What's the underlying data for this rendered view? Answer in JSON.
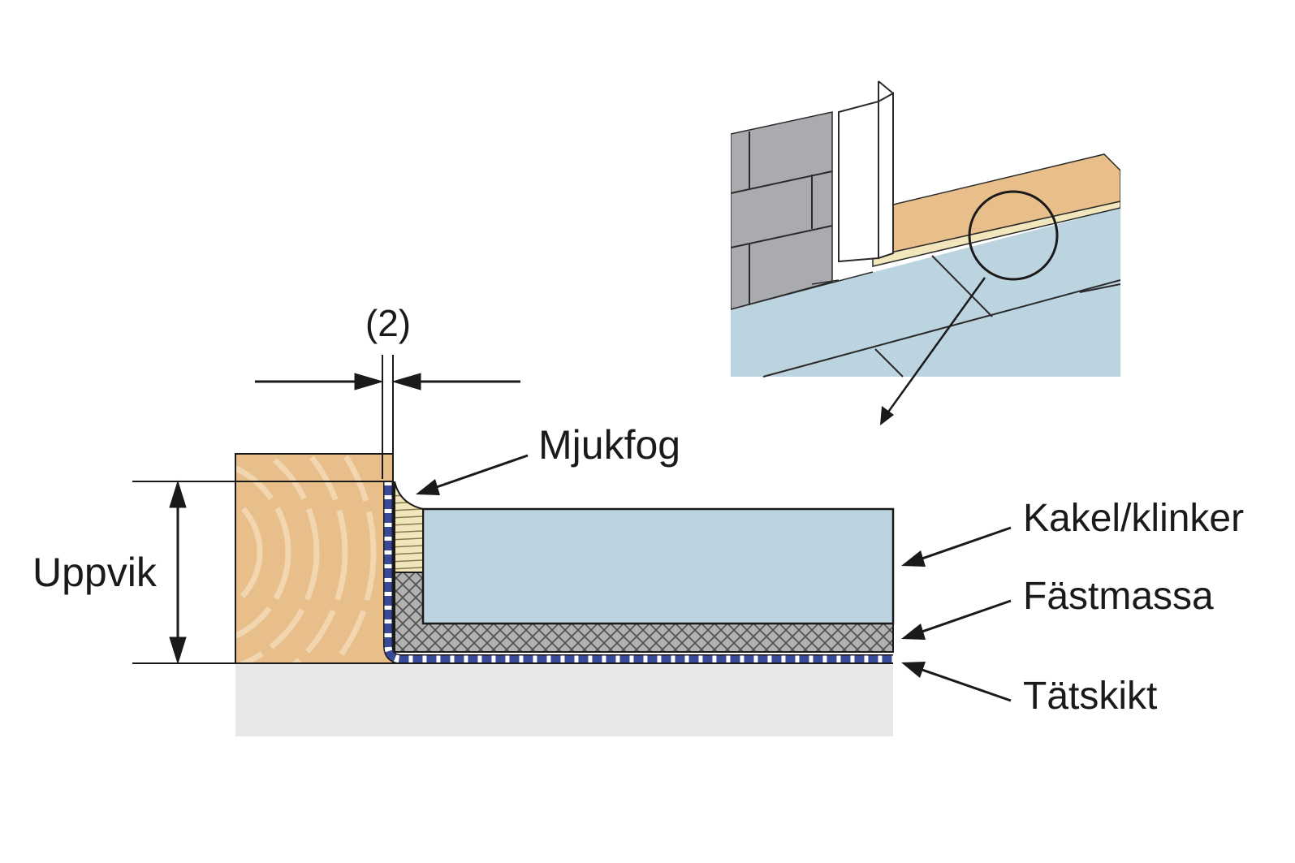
{
  "labels": {
    "gap": "(2)",
    "soft_joint": "Mjukfog",
    "upturn": "Uppvik",
    "tiles": "Kakel/klinker",
    "adhesive": "Fästmassa",
    "membrane": "Tätskikt"
  },
  "colors": {
    "wood": "#e8be8a",
    "wood_ring": "#f2d6b0",
    "tile": "#bcd4df",
    "adhesive": "#b0b0b0",
    "membrane": "#3a4a9a",
    "subfloor": "#e6e7e9",
    "brick": "#a9abae",
    "line": "#1a1a1a"
  }
}
